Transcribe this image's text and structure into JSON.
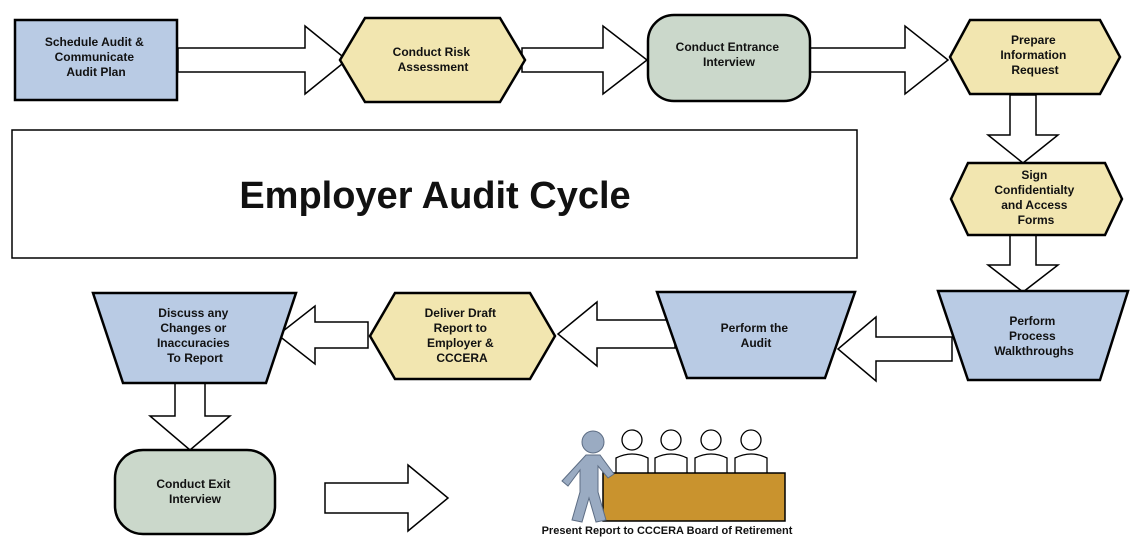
{
  "title": "Employer Audit Cycle",
  "steps": {
    "schedule": [
      "Schedule Audit &",
      "Communicate",
      "Audit Plan"
    ],
    "risk": [
      "Conduct Risk",
      "Assessment"
    ],
    "entrance": [
      "Conduct Entrance",
      "Interview"
    ],
    "info_request": [
      "Prepare",
      "Information",
      "Request"
    ],
    "sign": [
      "Sign",
      "Confidentialty",
      "and Access",
      "Forms"
    ],
    "walkthroughs": [
      "Perform",
      "Process",
      "Walkthroughs"
    ],
    "perform_audit": [
      "Perform the",
      "Audit"
    ],
    "draft": [
      "Deliver Draft",
      "Report to",
      "Employer &",
      "CCCERA"
    ],
    "discuss": [
      "Discuss any",
      "Changes or",
      "Inaccuracies",
      "To Report"
    ],
    "exit": [
      "Conduct Exit",
      "Interview"
    ]
  },
  "caption": "Present Report to CCCERA Board of Retirement",
  "colors": {
    "blue": "#b9cbe4",
    "yellow": "#f2e6b0",
    "green": "#cbd8cb",
    "table": "#c9932e"
  }
}
